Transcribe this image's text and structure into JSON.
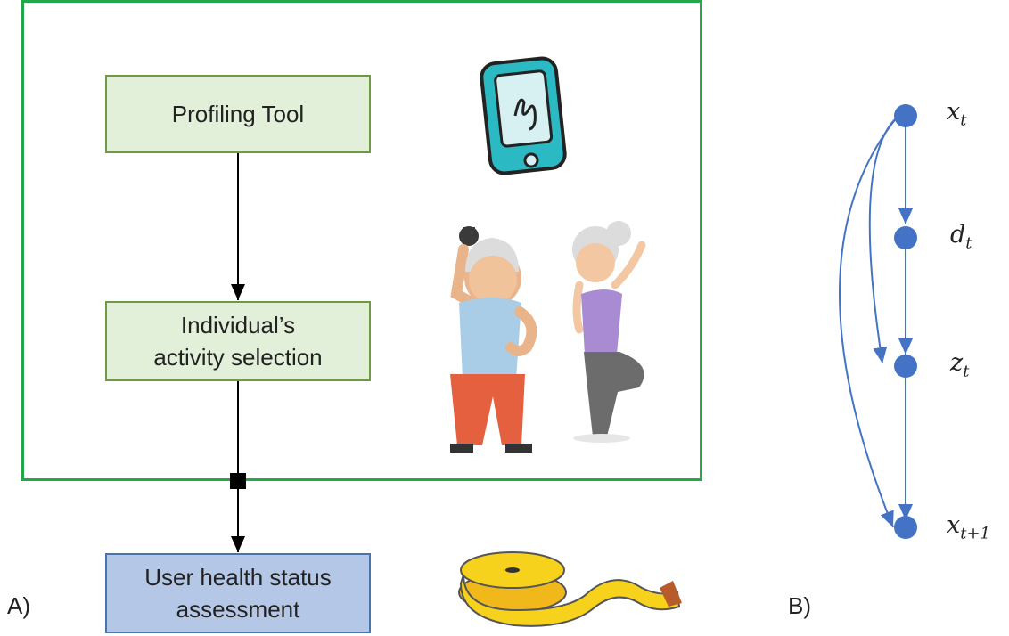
{
  "panel_a": {
    "label": "A)",
    "boxes": {
      "profiling": "Profiling Tool",
      "activity_line1": "Individual’s",
      "activity_line2": "activity selection",
      "assessment_line1": "User health status",
      "assessment_line2": "assessment"
    },
    "illustrations": [
      "smartphone-icon",
      "exercising-seniors-image",
      "measuring-tape-icon"
    ]
  },
  "panel_b": {
    "label": "B)",
    "nodes": [
      {
        "base": "x",
        "sub": "t"
      },
      {
        "base": "d",
        "sub": "t"
      },
      {
        "base": "z",
        "sub": "t"
      },
      {
        "base": "x",
        "sub": "t+1"
      }
    ]
  },
  "colors": {
    "frame": "#22a84a",
    "box_green": "#e2efd9",
    "box_blue": "#b4c7e7",
    "node": "#4472c4"
  }
}
